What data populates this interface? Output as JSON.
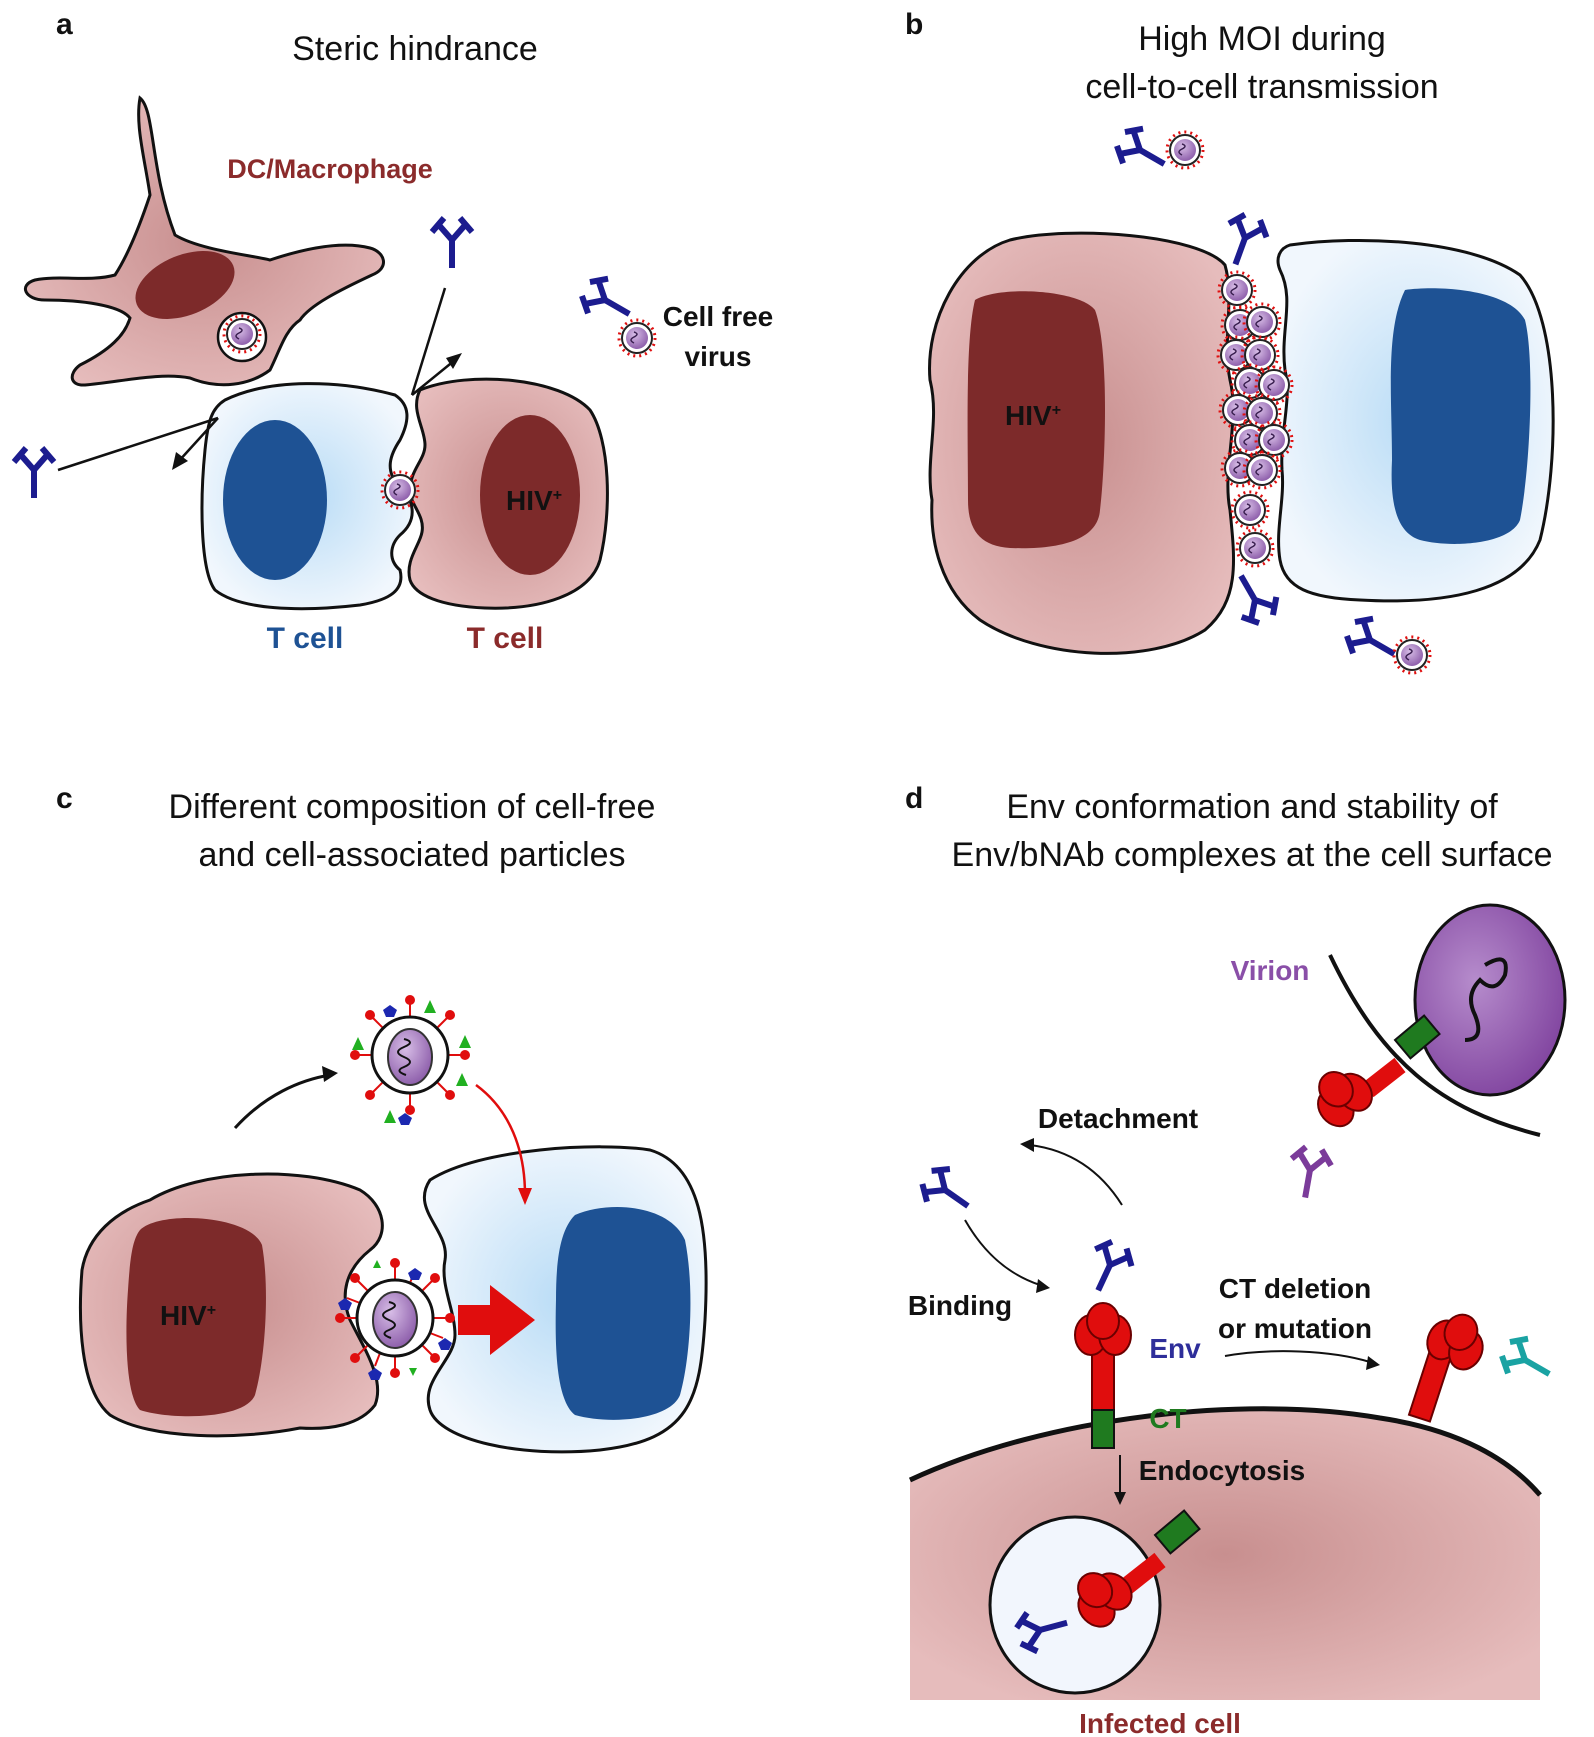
{
  "colors": {
    "ab_blue": "#1c1c8f",
    "ab_purple": "#7b3b9a",
    "ab_teal": "#1aa3a3",
    "env_red": "#e00d0d",
    "ct_green": "#1f7a1f",
    "tcell_nucleus": "#1e5294",
    "hiv_cell_body": "#d9a6a6",
    "hiv_nucleus": "#7d2a2a",
    "tcell_label": "#1e5294",
    "hiv_label": "#8b2b2b",
    "virion_label": "#8a4fa8",
    "env_label": "#2e2e9a"
  },
  "panel_a": {
    "letter": "a",
    "title": "Steric hindrance",
    "dc_label": "DC/Macrophage",
    "cell_free_line1": "Cell free",
    "cell_free_line2": "virus",
    "hiv_label": "HIV",
    "hiv_sup": "+",
    "tcell_left_label": "T cell",
    "tcell_right_label": "T cell"
  },
  "panel_b": {
    "letter": "b",
    "title_line1": "High MOI during",
    "title_line2": "cell-to-cell transmission",
    "hiv_label": "HIV",
    "hiv_sup": "+"
  },
  "panel_c": {
    "letter": "c",
    "title_line1": "Different composition of cell-free",
    "title_line2": "and cell-associated particles",
    "hiv_label": "HIV",
    "hiv_sup": "+"
  },
  "panel_d": {
    "letter": "d",
    "title_line1": "Env conformation and stability of",
    "title_line2": "Env/bNAb complexes at the cell surface",
    "virion_label": "Virion",
    "detachment_label": "Detachment",
    "binding_label": "Binding",
    "env_label": "Env",
    "ct_label": "CT",
    "ct_deletion_line1": "CT deletion",
    "ct_deletion_line2": "or mutation",
    "endocytosis_label": "Endocytosis",
    "infected_cell_label": "Infected cell"
  }
}
